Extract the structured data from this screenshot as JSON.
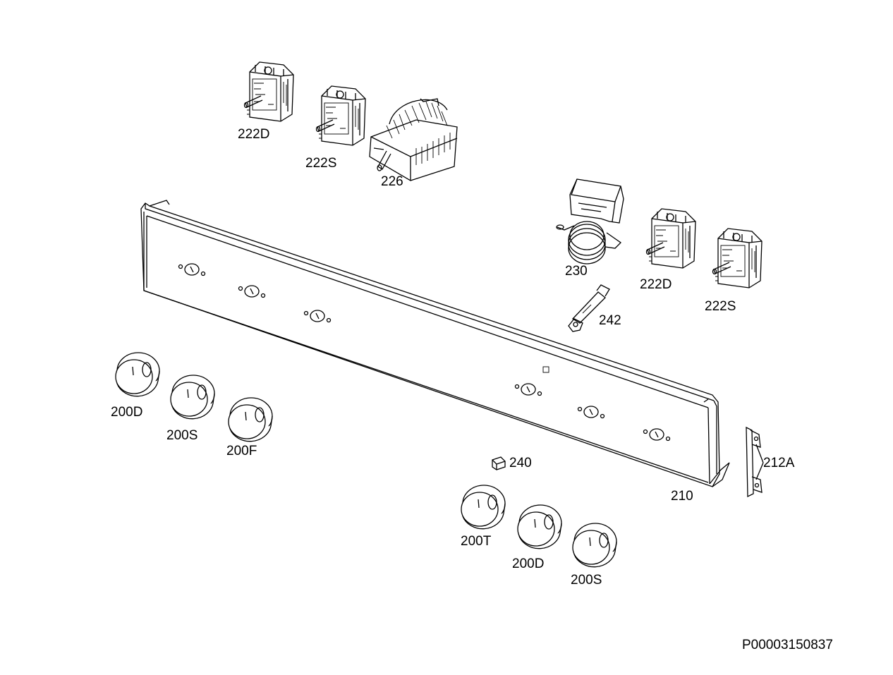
{
  "diagram": {
    "document_code": "P00003150837",
    "labels": {
      "switch_222D_top": "222D",
      "switch_222S_top": "222S",
      "selector_226": "226",
      "thermostat_230": "230",
      "switch_222D_right": "222D",
      "switch_222S_right": "222S",
      "part_242": "242",
      "panel_210": "210",
      "bracket_212A": "212A",
      "part_240": "240",
      "knob_200D_left": "200D",
      "knob_200S_left": "200S",
      "knob_200F": "200F",
      "knob_200T": "200T",
      "knob_200D_right": "200D",
      "knob_200S_right": "200S"
    }
  }
}
